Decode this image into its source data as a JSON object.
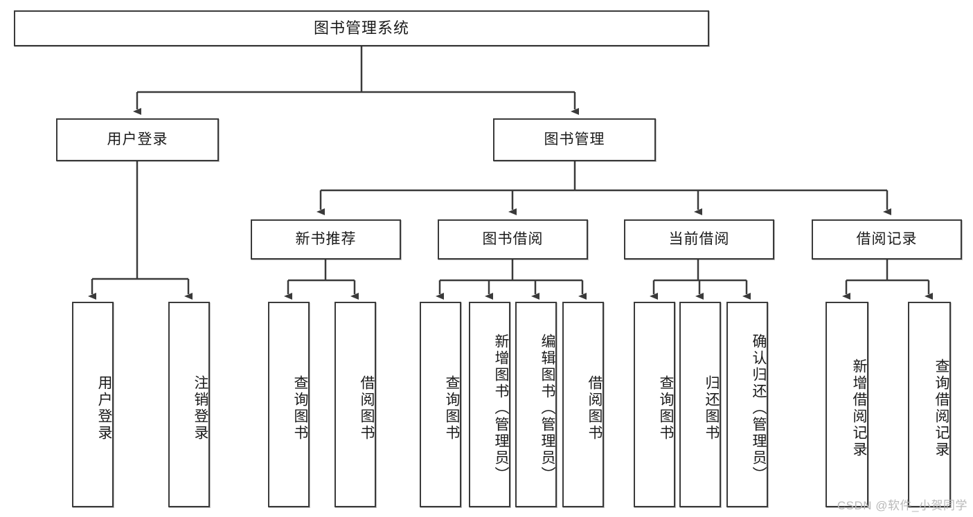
{
  "diagram": {
    "title": "图书管理系统",
    "type": "tree-hierarchy",
    "accent_color": "#3a3a3a",
    "background_color": "#ffffff"
  },
  "nodes": {
    "root": {
      "label": "图书管理系统"
    },
    "level2": [
      {
        "label": "用户登录"
      },
      {
        "label": "图书管理"
      }
    ],
    "level3": [
      {
        "label": "新书推荐"
      },
      {
        "label": "图书借阅"
      },
      {
        "label": "当前借阅"
      },
      {
        "label": "借阅记录"
      }
    ],
    "leaves": {
      "user_login": [
        {
          "label": "用户登录"
        },
        {
          "label": "注销登录"
        }
      ],
      "new_book_recommend": [
        {
          "label": "查询图书"
        },
        {
          "label": "借阅图书"
        }
      ],
      "book_borrow": [
        {
          "label": "查询图书"
        },
        {
          "label": "新增图书（管理员）"
        },
        {
          "label": "编辑图书（管理员）"
        },
        {
          "label": "借阅图书"
        }
      ],
      "current_borrow": [
        {
          "label": "查询图书"
        },
        {
          "label": "归还图书"
        },
        {
          "label": "确认归还（管理员）"
        }
      ],
      "borrow_record": [
        {
          "label": "新增借阅记录"
        },
        {
          "label": "查询借阅记录"
        }
      ]
    }
  },
  "watermark": {
    "text": "CSDN @软件_小贺同学"
  }
}
